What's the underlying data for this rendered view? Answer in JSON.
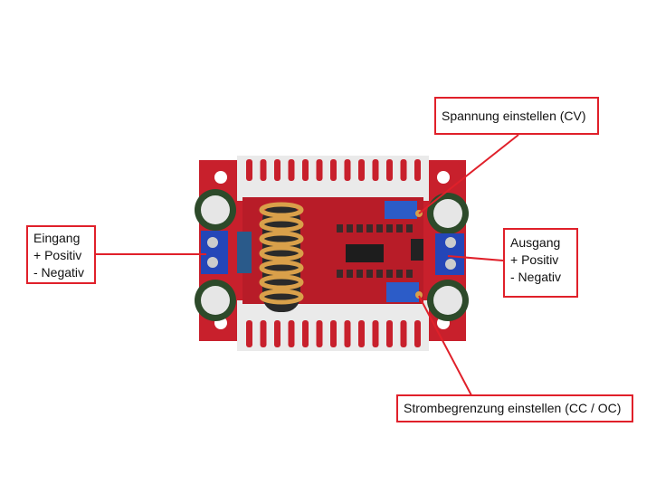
{
  "labels": {
    "voltage": {
      "text": "Spannung einstellen (CV)"
    },
    "input": {
      "title": "Eingang",
      "plus": "+ Positiv",
      "minus": "- Negativ"
    },
    "output": {
      "title": "Ausgang",
      "plus": "+ Positiv",
      "minus": "- Negativ"
    },
    "current": {
      "text": "Strombegrenzung einstellen (CC / OC)"
    }
  },
  "colors": {
    "callout": "#e0202a",
    "pcb": "#c8202c",
    "heatsink": "#eeeeee",
    "terminal": "#2446b8",
    "potentiometer": "#2c5cc8",
    "coil": "#d9a04a"
  }
}
